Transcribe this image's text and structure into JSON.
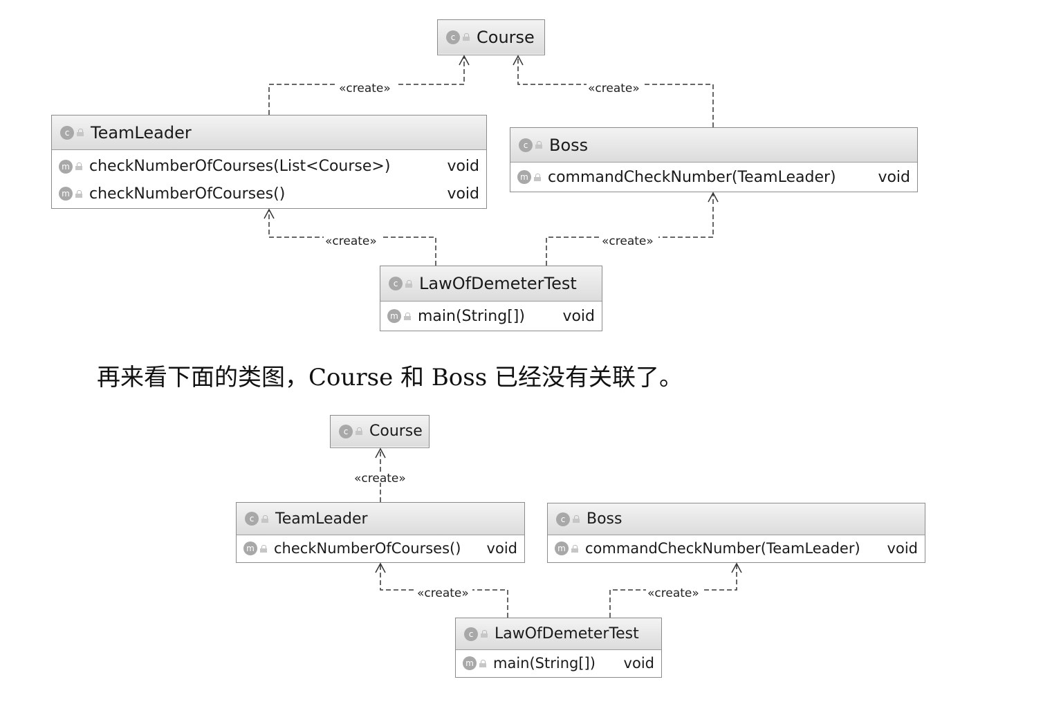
{
  "diagram1": {
    "course": {
      "name": "Course",
      "badge": "c"
    },
    "teamleader": {
      "name": "TeamLeader",
      "badge": "c",
      "methods": [
        {
          "sig": "checkNumberOfCourses(List<Course>)",
          "ret": "void",
          "badge": "m"
        },
        {
          "sig": "checkNumberOfCourses()",
          "ret": "void",
          "badge": "m"
        }
      ]
    },
    "boss": {
      "name": "Boss",
      "badge": "c",
      "methods": [
        {
          "sig": "commandCheckNumber(TeamLeader)",
          "ret": "void",
          "badge": "m"
        }
      ]
    },
    "test": {
      "name": "LawOfDemeterTest",
      "badge": "c",
      "methods": [
        {
          "sig": "main(String[])",
          "ret": "void",
          "badge": "m"
        }
      ]
    },
    "edge_label": "«create»"
  },
  "caption": "再来看下面的类图，Course 和 Boss 已经没有关联了。",
  "diagram2": {
    "course": {
      "name": "Course",
      "badge": "c"
    },
    "teamleader": {
      "name": "TeamLeader",
      "badge": "c",
      "methods": [
        {
          "sig": "checkNumberOfCourses()",
          "ret": "void",
          "badge": "m"
        }
      ]
    },
    "boss": {
      "name": "Boss",
      "badge": "c",
      "methods": [
        {
          "sig": "commandCheckNumber(TeamLeader)",
          "ret": "void",
          "badge": "m"
        }
      ]
    },
    "test": {
      "name": "LawOfDemeterTest",
      "badge": "c",
      "methods": [
        {
          "sig": "main(String[])",
          "ret": "void",
          "badge": "m"
        }
      ]
    },
    "edge_label": "«create»"
  },
  "colors": {
    "border": "#8a8a8a",
    "header_top": "#f3f3f3",
    "header_bottom": "#dcdcdc",
    "badge": "#a8a8a8",
    "edge": "#333333"
  }
}
